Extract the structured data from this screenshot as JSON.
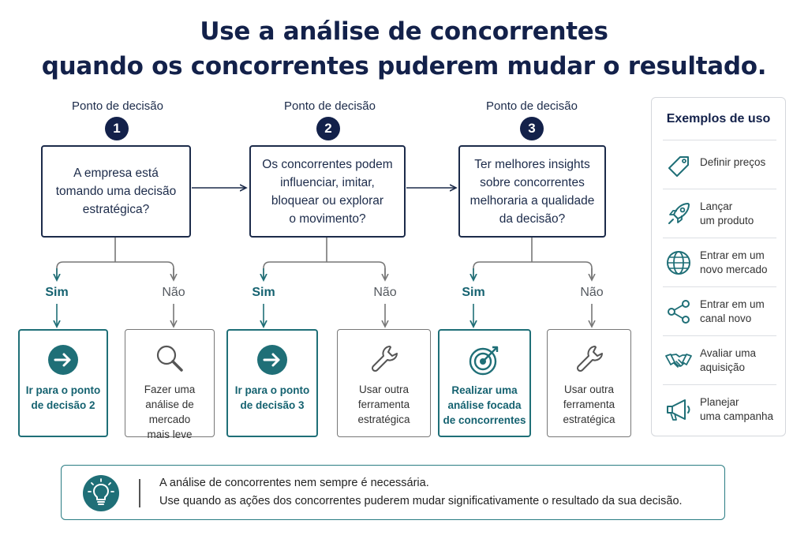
{
  "title": {
    "line1": "Use a análise de concorrentes",
    "line2": "quando os concorrentes puderem mudar o resultado."
  },
  "decision_points": [
    {
      "label": "Ponto de decisão",
      "number": "1",
      "question": [
        "A empresa está",
        "tomando uma decisão",
        "estratégica?"
      ],
      "yes_label": "Sim",
      "no_label": "Não",
      "yes_outcome": [
        "Ir para o ponto",
        "de decisão 2"
      ],
      "yes_icon": "arrow-right-icon",
      "no_outcome": [
        "Fazer uma",
        "análise de mercado",
        "mais leve"
      ],
      "no_icon": "magnifier-icon"
    },
    {
      "label": "Ponto de decisão",
      "number": "2",
      "question": [
        "Os concorrentes podem",
        "influenciar, imitar,",
        "bloquear ou explorar",
        "o movimento?"
      ],
      "yes_label": "Sim",
      "no_label": "Não",
      "yes_outcome": [
        "Ir para o ponto",
        "de decisão 3"
      ],
      "yes_icon": "arrow-right-icon",
      "no_outcome": [
        "Usar outra",
        "ferramenta",
        "estratégica"
      ],
      "no_icon": "wrench-icon"
    },
    {
      "label": "Ponto de decisão",
      "number": "3",
      "question": [
        "Ter melhores insights",
        "sobre concorrentes",
        "melhoraria a qualidade",
        "da decisão?"
      ],
      "yes_label": "Sim",
      "no_label": "Não",
      "yes_outcome": [
        "Realizar uma",
        "análise focada",
        "de concorrentes"
      ],
      "yes_icon": "target-icon",
      "no_outcome": [
        "Usar outra",
        "ferramenta",
        "estratégica"
      ],
      "no_icon": "wrench-icon"
    }
  ],
  "examples": {
    "title": "Exemplos de uso",
    "items": [
      {
        "icon": "price-tag-icon",
        "lines": [
          "Definir preços"
        ]
      },
      {
        "icon": "rocket-icon",
        "lines": [
          "Lançar",
          "um produto"
        ]
      },
      {
        "icon": "globe-icon",
        "lines": [
          "Entrar em um",
          "novo mercado"
        ]
      },
      {
        "icon": "share-nodes-icon",
        "lines": [
          "Entrar em um",
          "canal novo"
        ]
      },
      {
        "icon": "handshake-icon",
        "lines": [
          "Avaliar uma",
          "aquisição"
        ]
      },
      {
        "icon": "megaphone-icon",
        "lines": [
          "Planejar",
          "uma campanha"
        ]
      }
    ]
  },
  "note": {
    "icon": "lightbulb-icon",
    "line1": "A análise de concorrentes nem sempre é necessária.",
    "line2": "Use quando as ações dos concorrentes puderem mudar significativamente o resultado da sua decisão."
  },
  "colors": {
    "navy": "#13214a",
    "teal": "#156270",
    "gray": "#555a60"
  }
}
